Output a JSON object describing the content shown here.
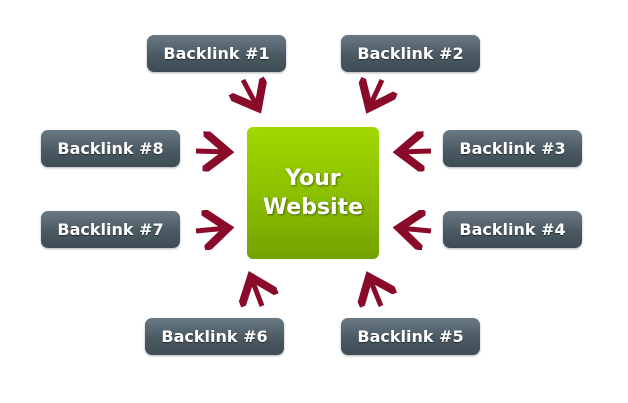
{
  "center": {
    "line1": "Your",
    "line2": "Website"
  },
  "backlinks": [
    "Backlink #1",
    "Backlink #2",
    "Backlink #3",
    "Backlink #4",
    "Backlink #5",
    "Backlink #6",
    "Backlink #7",
    "Backlink #8"
  ],
  "colors": {
    "arrow": "#8a0a2a",
    "box": "#4f5e67",
    "center": "#8cc000"
  }
}
